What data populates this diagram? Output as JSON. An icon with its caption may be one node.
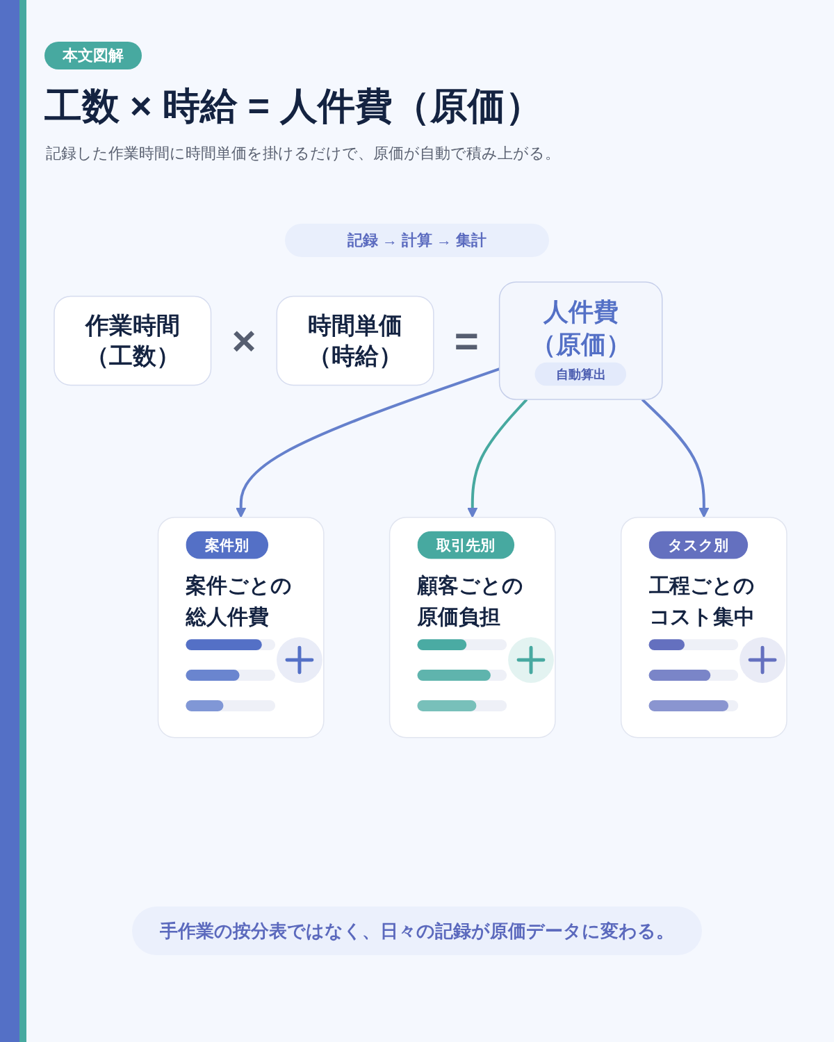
{
  "diagram": {
    "title": "工数 × 時給 = 人件費（原価）",
    "caption": "手作業の按分表ではなく、日々の記録が原価データに変わる。",
    "nodes": [
      {
        "text": [
          "作業時間（工数）"
        ]
      },
      {
        "text": [
          "時間単価（時給）"
        ]
      },
      {
        "text": [
          "人件費（原価）",
          "自動算出"
        ]
      },
      {
        "text": [
          "案件別",
          "案件ごとの総人件費"
        ]
      },
      {
        "text": [
          "取引先別",
          "顧客ごとの原価負担"
        ]
      },
      {
        "text": [
          "タスク別",
          "工程ごとのコスト集中"
        ]
      }
    ],
    "edges": [
      {
        "from": 2,
        "to": 3,
        "arrow": "to"
      },
      {
        "from": 2,
        "to": 4,
        "arrow": "to",
        "color": "#47a9a0"
      },
      {
        "from": 2,
        "to": 5,
        "arrow": "to"
      }
    ],
    "labels": [
      "本文図解",
      "記録した作業時間に時間単価を掛けるだけで、原価が自動で積み上がる。",
      "記録 → 計算 → 集計",
      "×",
      "="
    ]
  }
}
